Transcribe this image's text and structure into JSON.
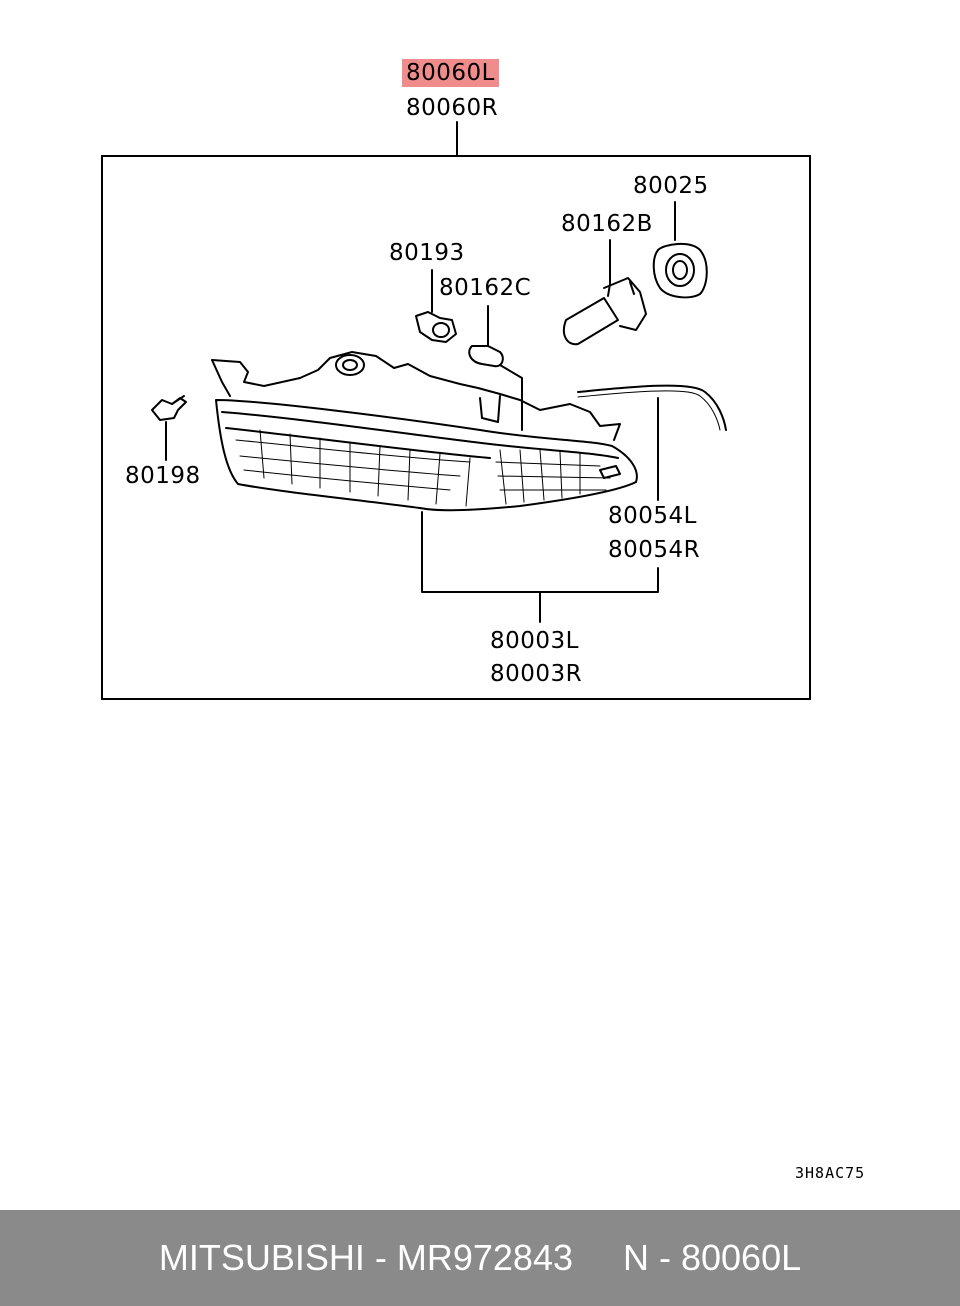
{
  "diagram": {
    "callouts": {
      "main_left": "80060L",
      "main_right": "80060R",
      "p80025": "80025",
      "p80162b": "80162B",
      "p80193": "80193",
      "p80162c": "80162C",
      "p80198": "80198",
      "p80054l": "80054L",
      "p80054r": "80054R",
      "p80003l": "80003L",
      "p80003r": "80003R"
    },
    "highlight_color": "#f08c8c",
    "diagram_code": "3H8AC75"
  },
  "footer": {
    "text": "MITSUBISHI - MR972843     N - 80060L",
    "background": "#8a8a8a"
  }
}
